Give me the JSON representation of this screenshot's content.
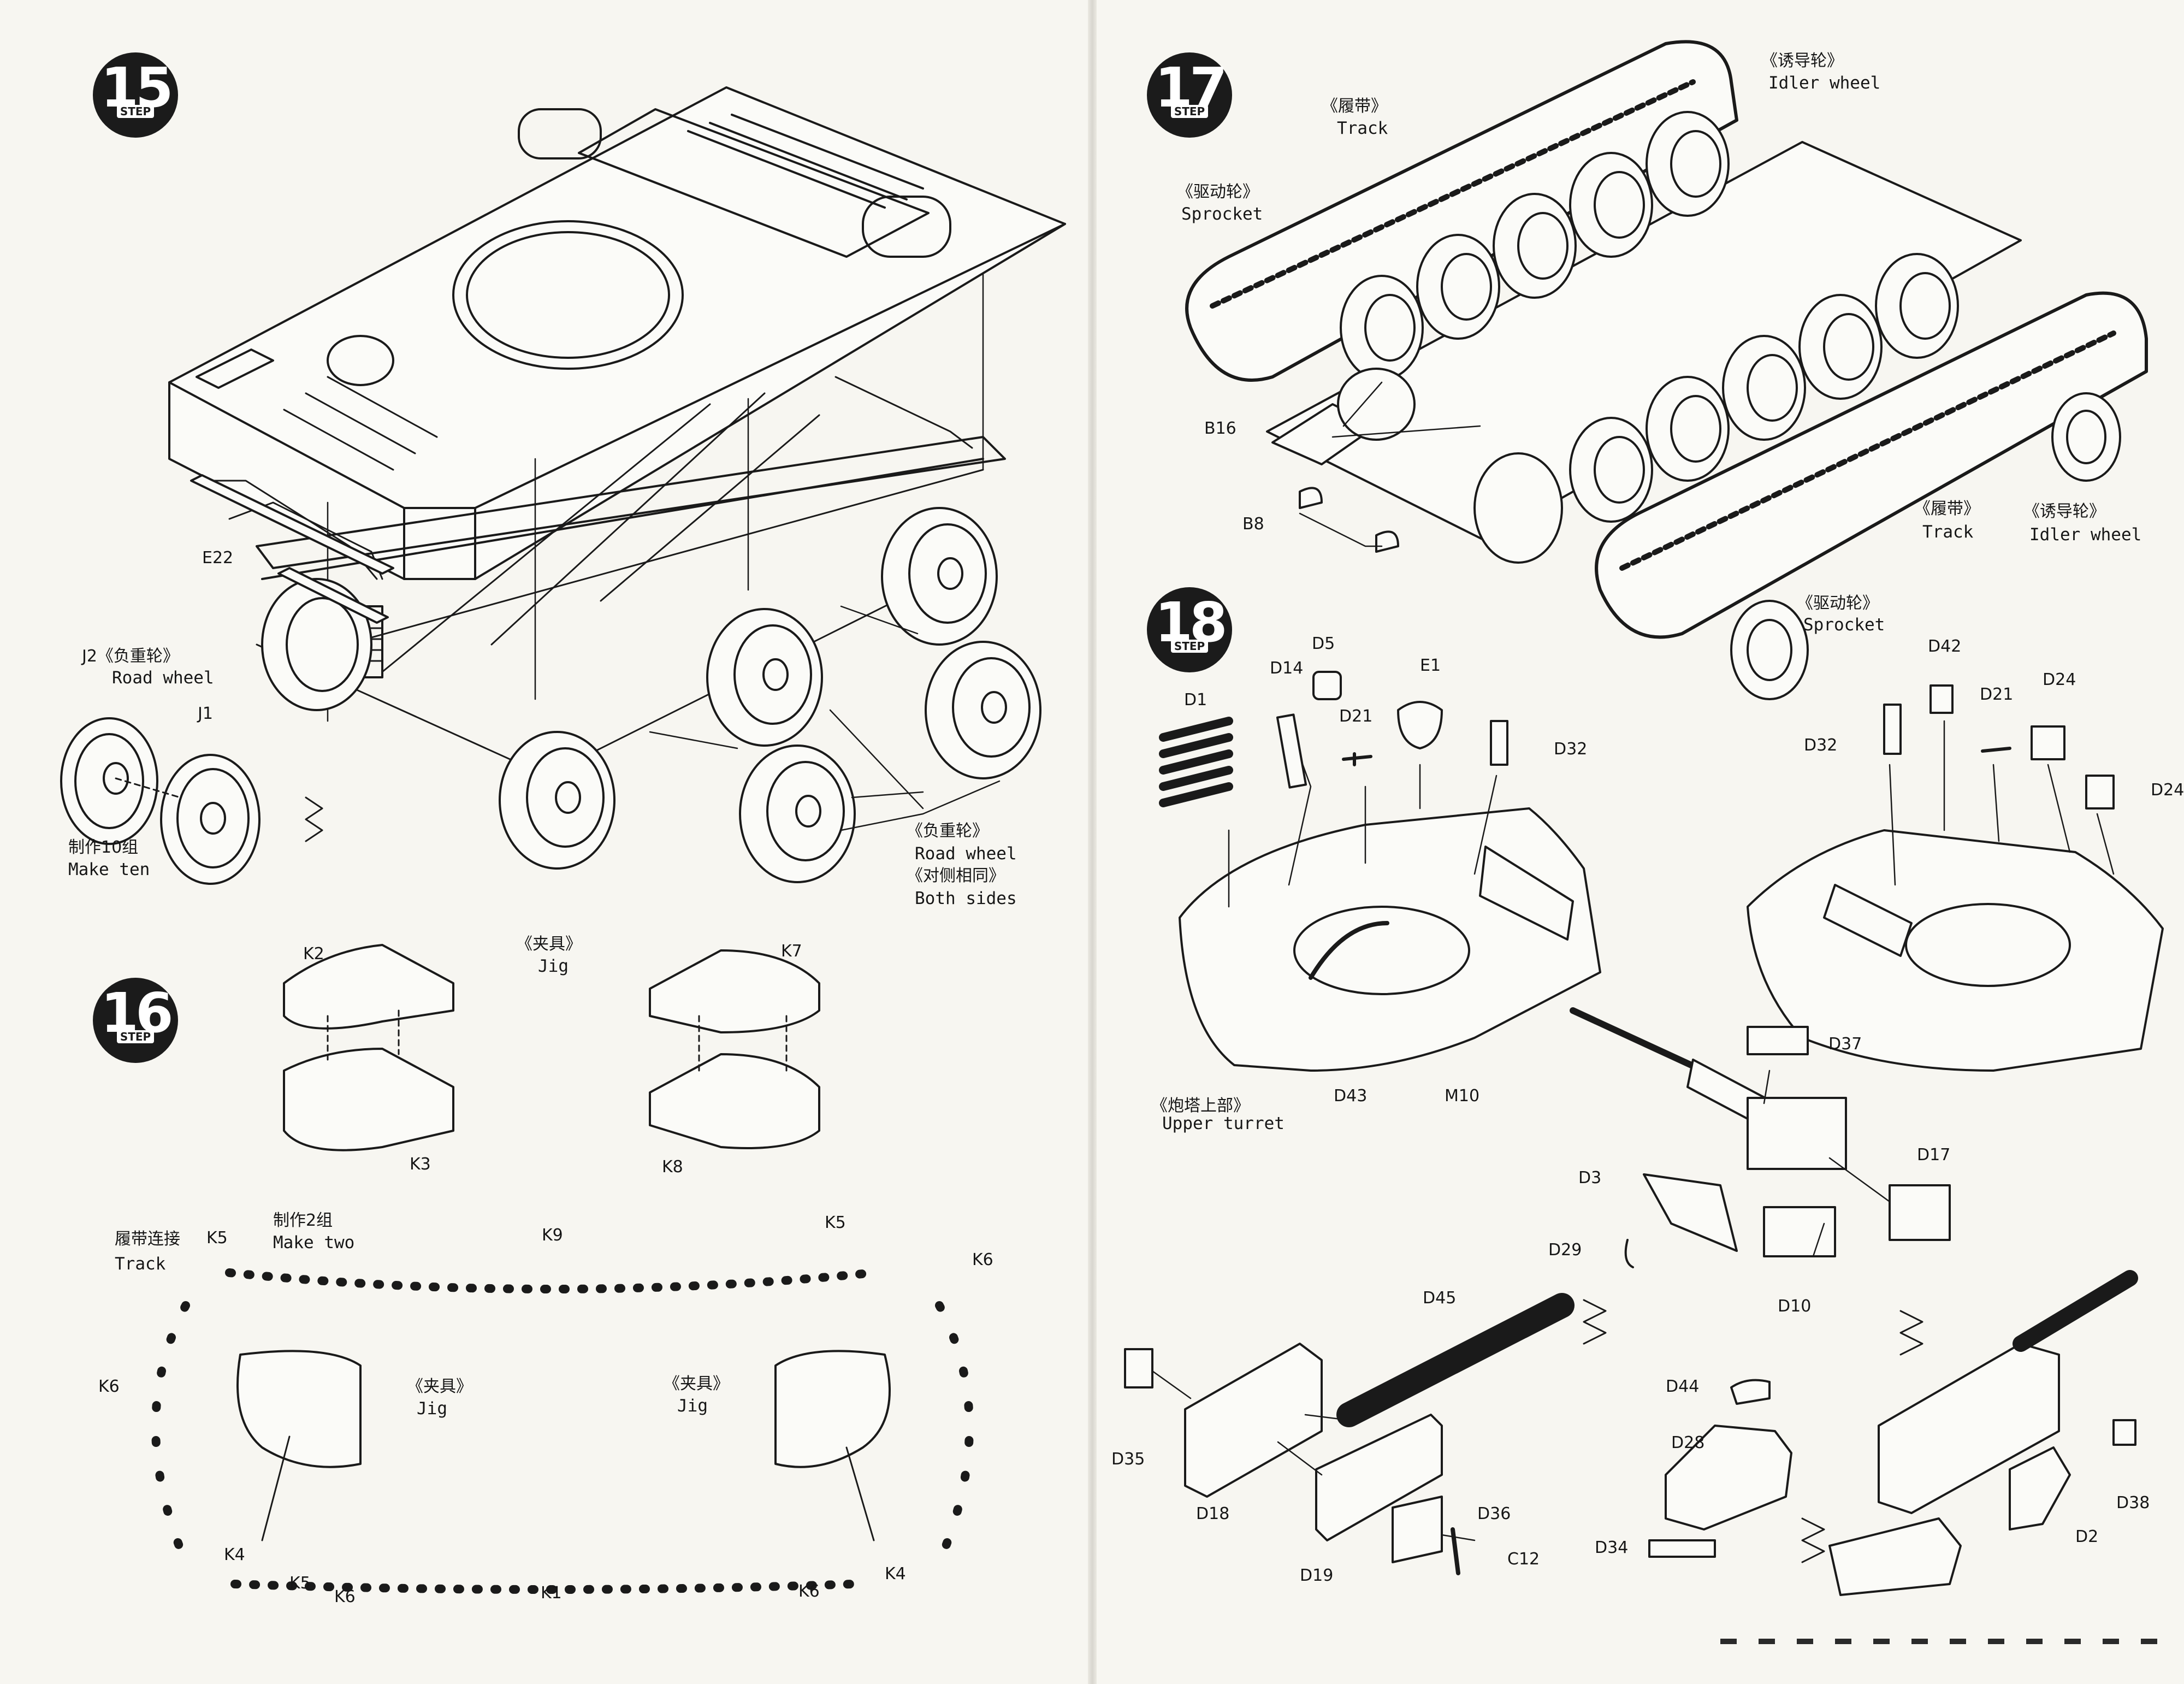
{
  "steps": {
    "s15": "15",
    "s16": "16",
    "s17": "17",
    "s18": "18",
    "step_word": "STEP"
  },
  "labels": {
    "E22": "E22",
    "J2_road_wheel_cn": "J2《负重轮》",
    "road_wheel_en": "Road wheel",
    "J1": "J1",
    "make_ten_cn": "制作10组",
    "make_ten_en": "Make ten",
    "road_wheel2_cn": "《负重轮》",
    "road_wheel2_en": "Road wheel",
    "both_sides_cn": "《对侧相同》",
    "both_sides_en": "Both sides",
    "K2": "K2",
    "K3": "K3",
    "K7": "K7",
    "K8": "K8",
    "jig_cn": "《夹具》",
    "jig_en": "Jig",
    "track_link_cn": "履带连接",
    "track_en": "Track",
    "make_two_cn": "制作2组",
    "make_two_en": "Make two",
    "K5": "K5",
    "K9": "K9",
    "K6": "K6",
    "K4": "K4",
    "K1": "K1",
    "idler_cn": "《诱导轮》",
    "idler_en": "Idler wheel",
    "track_cn": "《履带》",
    "sprocket_cn": "《驱动轮》",
    "sprocket_en": "Sprocket",
    "B16": "B16",
    "B8": "B8",
    "D1": "D1",
    "D14": "D14",
    "D5": "D5",
    "E1": "E1",
    "D21": "D21",
    "D32": "D32",
    "D43": "D43",
    "M10": "M10",
    "upper_turret_cn": "《炮塔上部》",
    "upper_turret_en": "Upper turret",
    "D42": "D42",
    "D24": "D24",
    "D24b": "D24",
    "D37": "D37",
    "D3": "D3",
    "D17": "D17",
    "D29": "D29",
    "D10": "D10",
    "D45": "D45",
    "D35": "D35",
    "D18": "D18",
    "D36": "D36",
    "D19": "D19",
    "C12": "C12",
    "D44": "D44",
    "D28": "D28",
    "D34": "D34",
    "D38": "D38",
    "D2": "D2"
  },
  "colors": {
    "ink": "#161616",
    "paper": "#f7f6f1",
    "badge": "#1b1b1b"
  }
}
